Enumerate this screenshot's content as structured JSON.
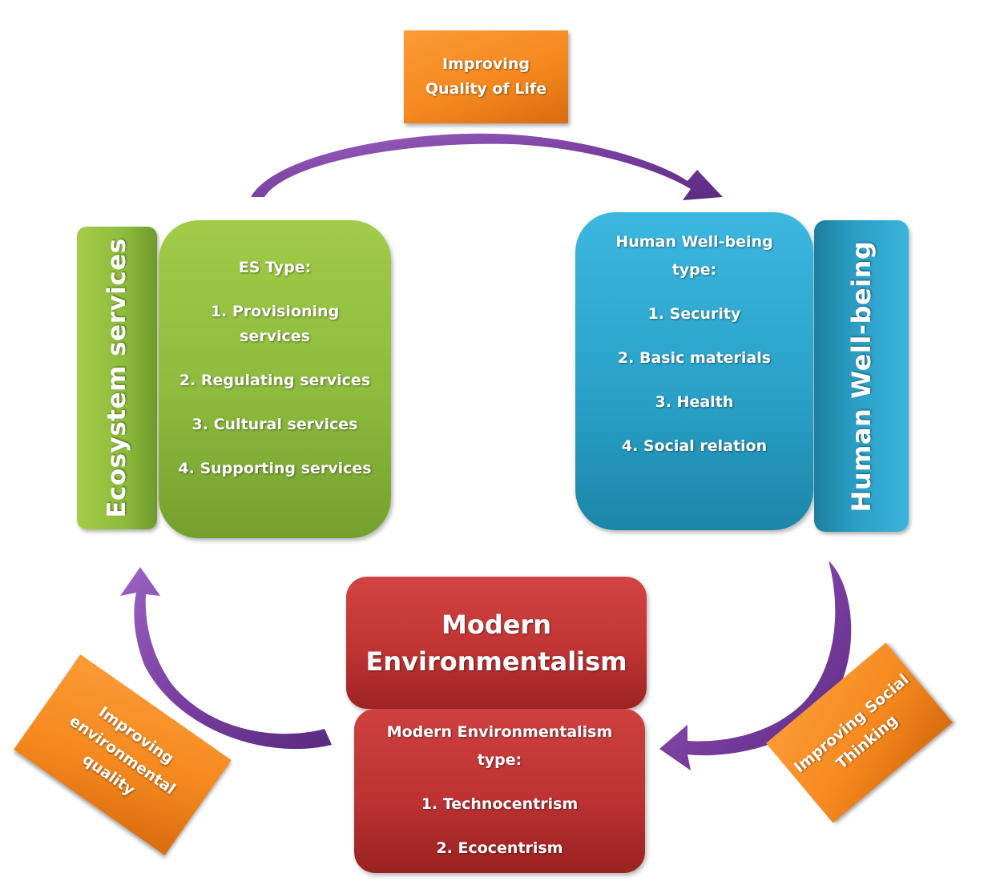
{
  "labels": {
    "top": [
      "Improving",
      "Quality of Life"
    ],
    "left": [
      "Improving",
      "environmental",
      "quality"
    ],
    "right": [
      "Improving Social",
      "Thinking"
    ]
  },
  "ecosystem": {
    "tab_title": "Ecosystem services",
    "heading": "ES Type:",
    "items": [
      "1. Provisioning",
      "services",
      "2. Regulating services",
      "3. Cultural services",
      "4. Supporting services"
    ]
  },
  "wellbeing": {
    "tab_title": "Human Well-being",
    "heading": [
      "Human Well-being",
      "type:"
    ],
    "items": [
      "1. Security",
      "2. Basic materials",
      "3. Health",
      "4. Social relation"
    ]
  },
  "environmentalism": {
    "title": [
      "Modern",
      "Environmentalism"
    ],
    "heading": [
      "Modern Environmentalism",
      "type:"
    ],
    "items": [
      "1. Technocentrism",
      "2. Ecocentrism"
    ]
  },
  "colors": {
    "orange": "#f5891f",
    "green": "#8cbb3b",
    "blue": "#2aa2c9",
    "red": "#c03434",
    "arrow": "#7a3fa0"
  }
}
